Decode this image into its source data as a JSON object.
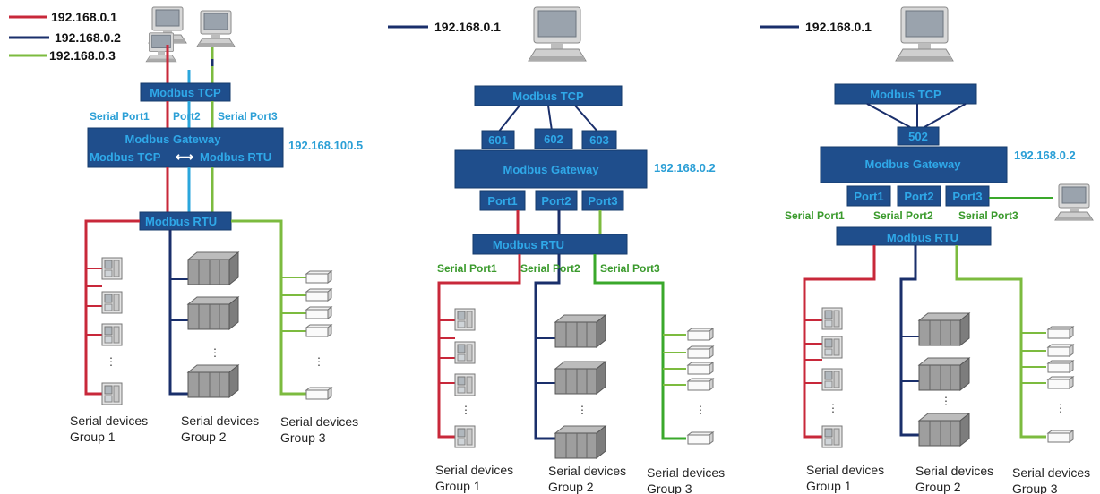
{
  "colors": {
    "red": "#c8283a",
    "navy": "#1a2f6b",
    "green": "#7cbb3f",
    "lightblue": "#2aa6dc",
    "boxFill": "#1f4e8c",
    "boxText": "#2fa8e8",
    "labelGreen": "#3a9a2c"
  },
  "panel1": {
    "legend": [
      "192.168.0.1",
      "192.168.0.2",
      "192.168.0.3"
    ],
    "tcp": "Modbus TCP",
    "serial_port1": "Serial Port1",
    "port2": "Port2",
    "serial_port3": "Serial Port3",
    "gateway_title": "Modbus Gateway",
    "gateway_left": "Modbus TCP",
    "gateway_arrow": "⟷",
    "gateway_right": "Modbus RTU",
    "gateway_ip": "192.168.100.5",
    "rtu": "Modbus RTU",
    "groups": [
      [
        "Serial devices",
        "Group 1"
      ],
      [
        "Serial devices",
        "Group 2"
      ],
      [
        "Serial devices",
        "Group 3"
      ]
    ]
  },
  "panel2": {
    "legend": "192.168.0.1",
    "tcp": "Modbus TCP",
    "tcp_ports": [
      "601",
      "602",
      "603"
    ],
    "gateway": "Modbus Gateway",
    "gateway_ip": "192.168.0.2",
    "ports": [
      "Port1",
      "Port2",
      "Port3"
    ],
    "rtu": "Modbus RTU",
    "serial_labels": [
      "Serial Port1",
      "Serial Port2",
      "Serial Port3"
    ],
    "groups": [
      [
        "Serial devices",
        "Group 1"
      ],
      [
        "Serial devices",
        "Group 2"
      ],
      [
        "Serial devices",
        "Group 3"
      ]
    ]
  },
  "panel3": {
    "legend": "192.168.0.1",
    "tcp": "Modbus TCP",
    "tcp_port": "502",
    "gateway": "Modbus Gateway",
    "gateway_ip": "192.168.0.2",
    "ports": [
      "Port1",
      "Port2",
      "Port3"
    ],
    "serial_labels": [
      "Serial Port1",
      "Serial Port2",
      "Serial Port3"
    ],
    "rtu": "Modbus RTU",
    "groups": [
      [
        "Serial devices",
        "Group 1"
      ],
      [
        "Serial devices",
        "Group 2"
      ],
      [
        "Serial devices",
        "Group 3"
      ]
    ]
  },
  "icons": [
    "computer-icon",
    "serial-device-icon",
    "plc-rack-icon",
    "sensor-module-icon"
  ]
}
